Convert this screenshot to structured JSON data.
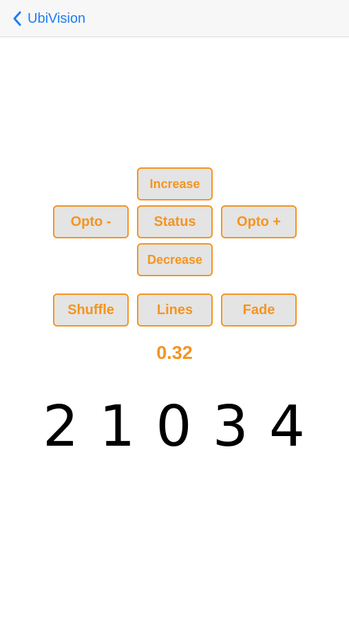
{
  "nav": {
    "back_label": "UbiVision",
    "back_icon": "chevron-left-icon"
  },
  "controls": {
    "increase_label": "Increase",
    "opto_minus_label": "Opto -",
    "status_label": "Status",
    "opto_plus_label": "Opto +",
    "decrease_label": "Decrease",
    "shuffle_label": "Shuffle",
    "lines_label": "Lines",
    "fade_label": "Fade"
  },
  "readout": {
    "value": "0.32"
  },
  "display": {
    "digits": "2 1 0 3 4"
  },
  "colors": {
    "accent": "#f5941e",
    "link": "#1a7cf5",
    "button_fill": "#e4e4e4",
    "navbar_bg": "#f7f7f7"
  }
}
